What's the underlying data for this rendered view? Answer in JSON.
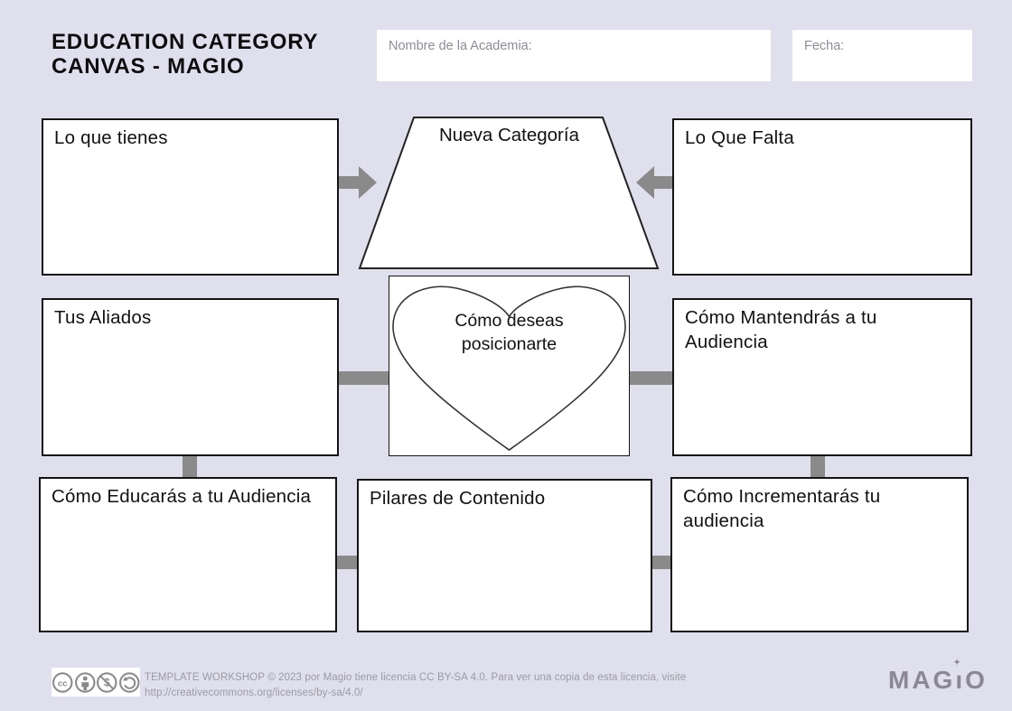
{
  "title": {
    "line1": "EDUCATION CATEGORY",
    "line2": "CANVAS - MAGIO"
  },
  "header_fields": {
    "academy_label": "Nombre de la Academia:",
    "date_label": "Fecha:"
  },
  "boxes": {
    "lo_que_tienes": "Lo que tienes",
    "tus_aliados": "Tus Aliados",
    "como_educaras": "Cómo Educarás a tu Audiencia",
    "lo_que_falta": "Lo Que Falta",
    "como_mantendras": "Cómo Mantendrás a tu Audiencia",
    "como_incrementaras": "Cómo Incrementarás tu audiencia",
    "pilares": "Pilares de Contenido",
    "nueva_categoria": "Nueva Categoría",
    "como_deseas": "Cómo deseas posicionarte"
  },
  "footer": {
    "license_line1": "TEMPLATE WORKSHOP © 2023 por Magio tiene licencia CC BY-SA 4.0. Para ver una copia de esta licencia, visite",
    "license_line2": "http://creativecommons.org/licenses/by-sa/4.0/",
    "cc_glyph": "cc",
    "nc_glyph": "$",
    "logo_part1": "MA",
    "logo_g": "G",
    "logo_i": "ı",
    "logo_part2": "O"
  },
  "colors": {
    "background": "#e0dfee",
    "connector_gray": "#8a8a8a",
    "box_border": "#141414",
    "field_label_gray": "#8d8c97",
    "footer_gray": "#9b9aa4",
    "logo_gray": "#8b8795"
  }
}
